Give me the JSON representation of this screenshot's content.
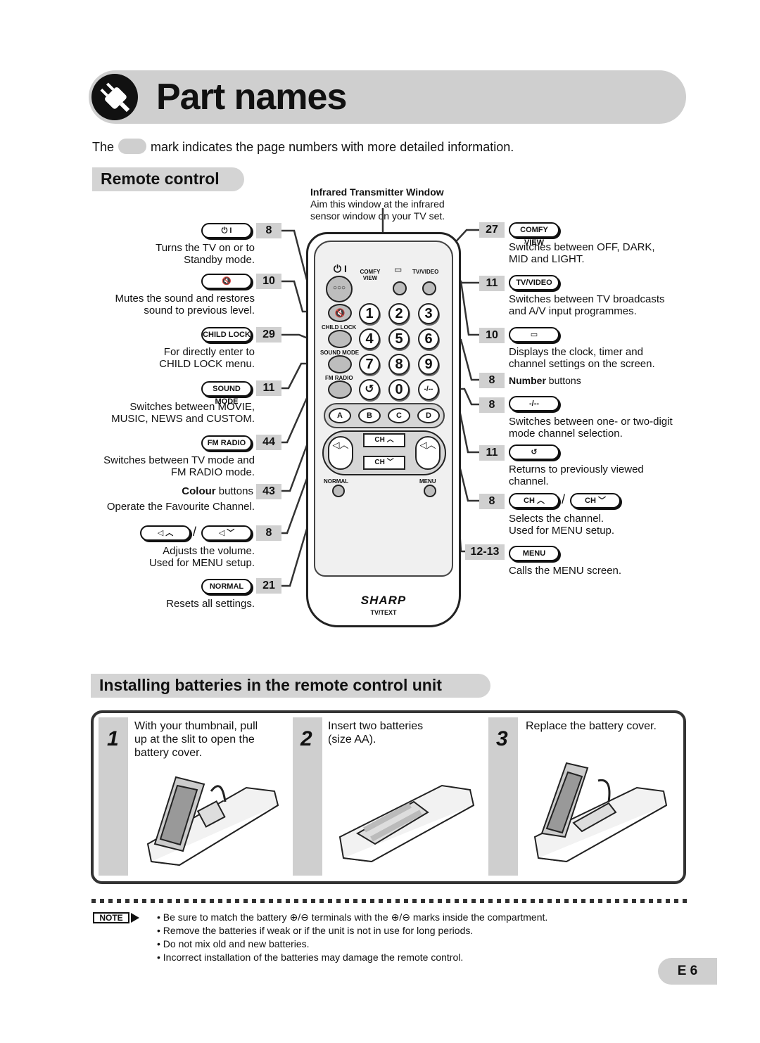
{
  "title": "Part names",
  "intro": {
    "before": "The",
    "after": "mark indicates the page numbers with more detailed information."
  },
  "sections": {
    "remote": "Remote control",
    "batteries": "Installing batteries in the remote control unit"
  },
  "ir_window": {
    "title": "Infrared Transmitter Window",
    "desc": "Aim this window at the infrared\nsensor window on your TV set."
  },
  "left_items": [
    {
      "pill": "",
      "icon": "power-icon",
      "page": "8",
      "desc": "Turns the TV on or to\nStandby mode."
    },
    {
      "pill": "",
      "icon": "mute-icon",
      "page": "10",
      "desc": "Mutes the sound and restores\nsound to previous level."
    },
    {
      "pill": "CHILD LOCK",
      "page": "29",
      "desc": "For directly enter to\nCHILD LOCK menu."
    },
    {
      "pill": "SOUND MODE",
      "page": "11",
      "desc": "Switches between MOVIE,\nMUSIC, NEWS and CUSTOM."
    },
    {
      "pill": "FM RADIO",
      "page": "44",
      "desc": "Switches between TV mode and\nFM RADIO mode."
    },
    {
      "label_bold": "Colour",
      "label_rest": " buttons",
      "page": "43",
      "desc": "Operate the Favourite Channel."
    },
    {
      "pill": "",
      "icon": "volume-icon",
      "page": "8",
      "desc": "Adjusts the volume.\nUsed for MENU setup."
    },
    {
      "pill": "NORMAL",
      "page": "21",
      "desc": "Resets all settings."
    }
  ],
  "right_items": [
    {
      "pill": "COMFY VIEW",
      "page": "27",
      "desc": "Switches between OFF, DARK,\nMID and LIGHT."
    },
    {
      "pill": "TV/VIDEO",
      "page": "11",
      "desc": "Switches between TV broadcasts\nand A/V input programmes."
    },
    {
      "pill": "",
      "icon": "display-icon",
      "page": "10",
      "desc": "Displays the clock, timer and\nchannel settings on the screen."
    },
    {
      "label_bold": "Number",
      "label_rest": " buttons",
      "page": "8"
    },
    {
      "pill": "-/--",
      "page": "8",
      "desc": "Switches between one- or two-digit\nmode channel selection."
    },
    {
      "pill": "",
      "icon": "return-icon",
      "page": "11",
      "desc": "Returns to previously viewed\nchannel."
    },
    {
      "pill": "CH",
      "pill2": "CH",
      "page": "8",
      "desc": "Selects the channel.\nUsed for MENU setup."
    },
    {
      "pill": "MENU",
      "page": "12-13",
      "desc": "Calls the MENU screen."
    }
  ],
  "remote": {
    "labels": {
      "comfy": "COMFY\nVIEW",
      "tvvideo": "TV/VIDEO",
      "child": "CHILD LOCK",
      "sound": "SOUND MODE",
      "fm": "FM RADIO",
      "normal": "NORMAL",
      "menu": "MENU",
      "brand": "SHARP",
      "model": "TV/TEXT",
      "ch": "CH"
    },
    "digits": [
      "1",
      "2",
      "3",
      "4",
      "5",
      "6",
      "7",
      "8",
      "9",
      "0"
    ],
    "colour_buttons": [
      "A",
      "B",
      "C",
      "D"
    ]
  },
  "steps": [
    {
      "num": "1",
      "text": "With your thumbnail, pull\nup at the slit to open the\nbattery cover."
    },
    {
      "num": "2",
      "text": "Insert two batteries\n(size AA)."
    },
    {
      "num": "3",
      "text": "Replace the battery cover."
    }
  ],
  "note": {
    "tag": "NOTE",
    "lines": [
      "• Be sure to match the battery ⊕/⊖ terminals with the ⊕/⊖ marks inside the compartment.",
      "• Remove the batteries if weak or if the unit is not in use for long periods.",
      "• Do not mix old and new batteries.",
      "• Incorrect installation of the batteries may damage the remote control."
    ]
  },
  "page_number": "E 6"
}
